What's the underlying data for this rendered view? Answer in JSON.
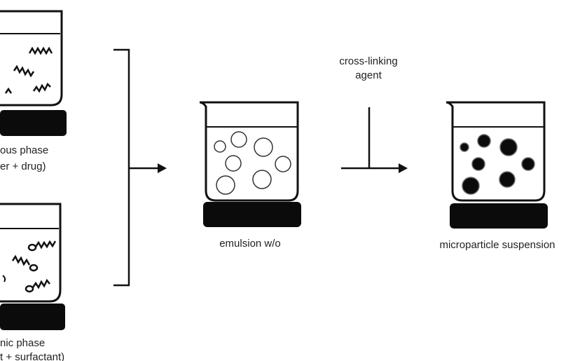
{
  "labels": {
    "aqueous_line1": "ous phase",
    "aqueous_line2": "er + drug)",
    "organic_line1": "nic phase",
    "organic_line2": "t + surfactant)",
    "emulsion": "emulsion w/o",
    "crosslink_line1": "cross-linking",
    "crosslink_line2": "agent",
    "microparticle": "microparticle suspension"
  },
  "colors": {
    "ink": "#111111",
    "text": "#222222",
    "hotplate": "#0b0b0b",
    "background": "#ffffff"
  },
  "icons": {
    "beaker": "beaker-icon",
    "hotplate": "hotplate-icon",
    "droplet": "droplet-icon",
    "particle": "particle-icon",
    "polymer": "polymer-chain-icon",
    "surfactant": "surfactant-icon"
  }
}
